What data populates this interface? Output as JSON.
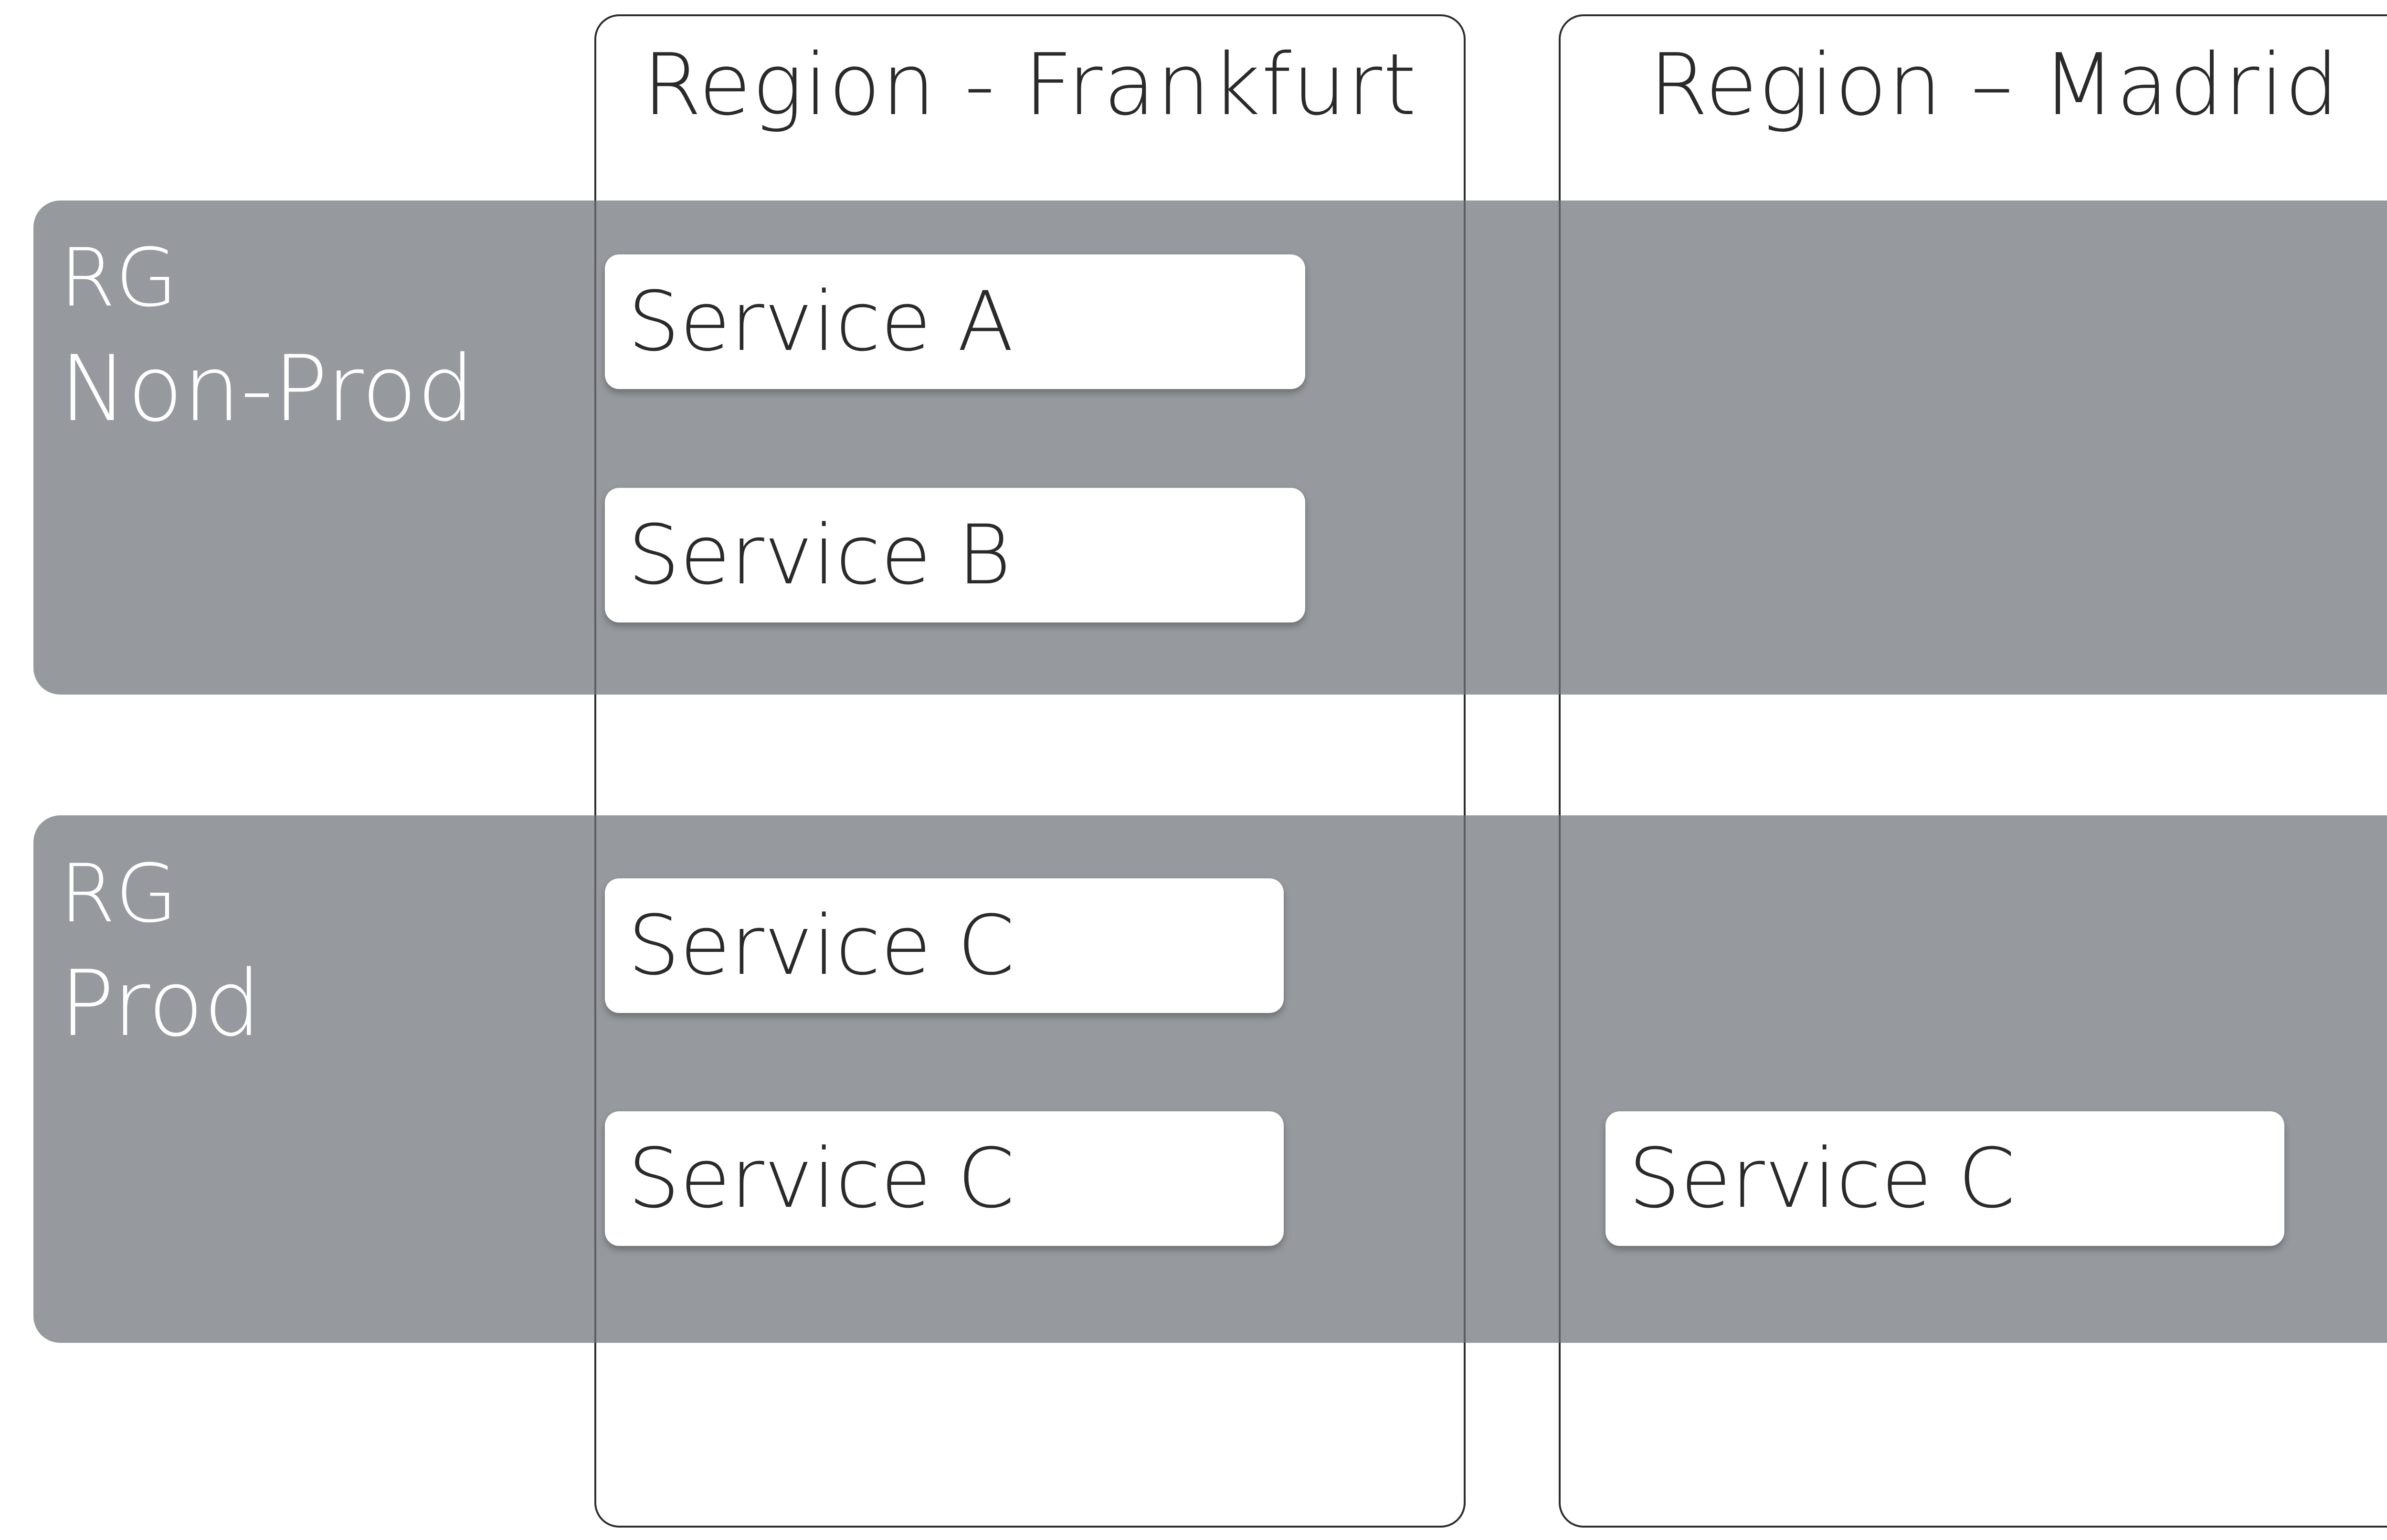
{
  "regions": [
    {
      "title": "Region - Frankfurt"
    },
    {
      "title": "Region – Madrid"
    }
  ],
  "resource_groups": [
    {
      "prefix": "RG",
      "name": "Non-Prod"
    },
    {
      "prefix": "RG",
      "name": "Prod"
    }
  ],
  "services": [
    {
      "label": "Service A",
      "region": "Region - Frankfurt",
      "group": "Non-Prod"
    },
    {
      "label": "Service B",
      "region": "Region - Frankfurt",
      "group": "Non-Prod"
    },
    {
      "label": "Service C",
      "region": "Region - Frankfurt",
      "group": "Prod"
    },
    {
      "label": "Service C",
      "region": "Region - Frankfurt",
      "group": "Prod"
    },
    {
      "label": "Service C",
      "region": "Region – Madrid",
      "group": "Prod"
    }
  ],
  "colors": {
    "band_fill": "#7d8287",
    "box_fill": "#ffffff",
    "region_border": "#2e2e2e",
    "text_dark": "#2a2a2a",
    "text_light": "#ffffff"
  }
}
